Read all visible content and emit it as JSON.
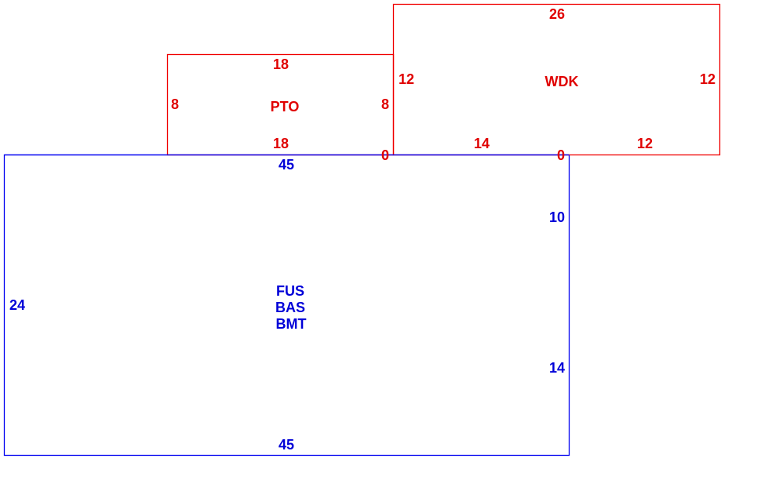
{
  "colors": {
    "upper": "#e00000",
    "lower": "#0000d8"
  },
  "pto": {
    "name": "PTO",
    "top": "18",
    "bottom": "18",
    "left": "8",
    "right": "8"
  },
  "wdk": {
    "name": "WDK",
    "top": "26",
    "left": "12",
    "right": "12",
    "bottom_left": "14",
    "bottom_right": "12",
    "zero_left": "0",
    "zero_right": "0"
  },
  "base": {
    "names": [
      "FUS",
      "BAS",
      "BMT"
    ],
    "top": "45",
    "bottom": "45",
    "left": "24",
    "right_upper": "10",
    "right_lower": "14"
  }
}
